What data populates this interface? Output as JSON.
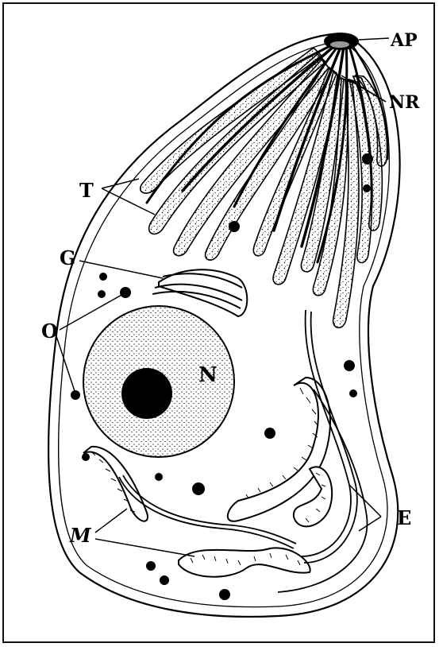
{
  "labels": {
    "apical_pole": "AP",
    "nuclear_ribbons": "NR",
    "tubules": "T",
    "golgi": "G",
    "osmiophilic_bodies": "O",
    "nucleus": "N",
    "mitochondria": "M",
    "endoplasmic_reticulum": "E"
  },
  "colors": {
    "ink": "#000000",
    "paper": "#ffffff"
  }
}
